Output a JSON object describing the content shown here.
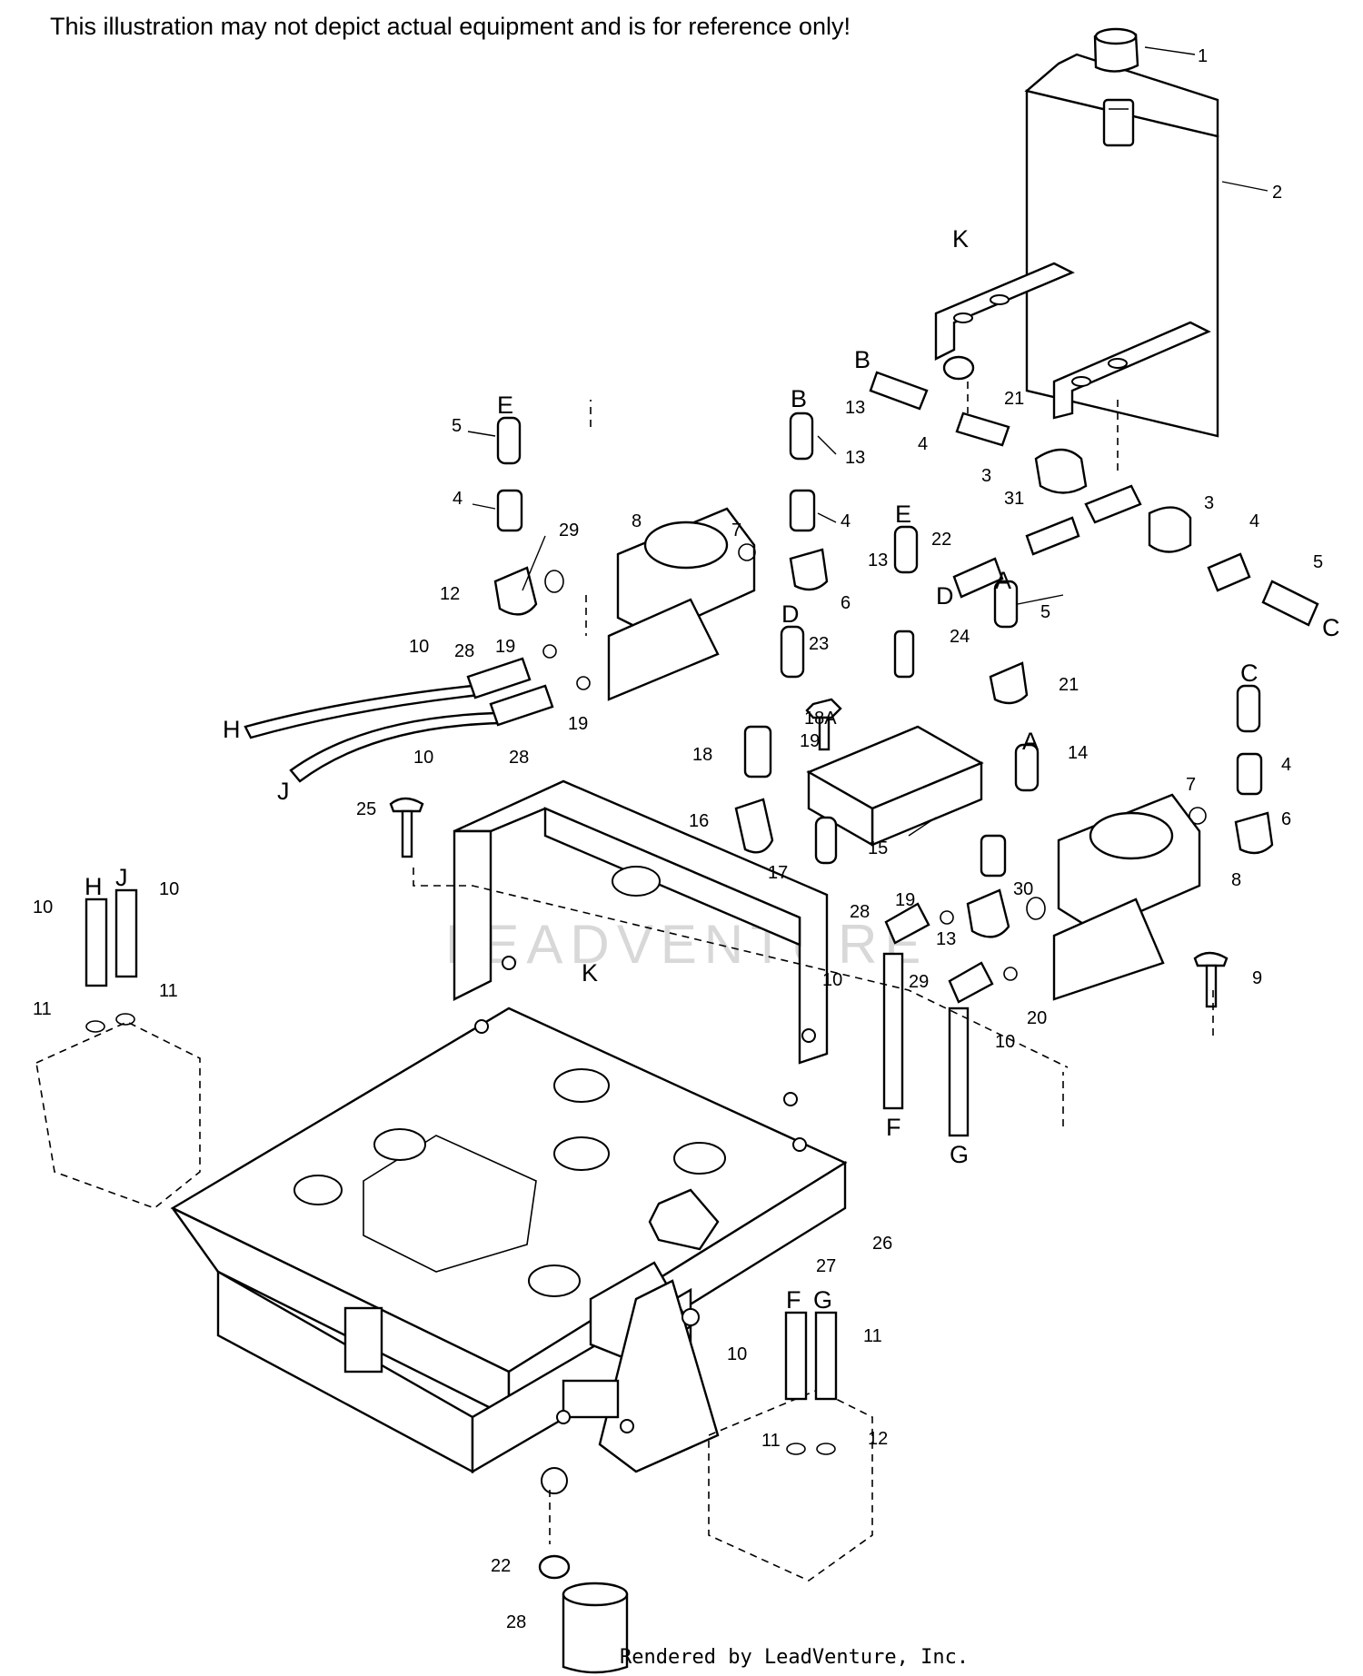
{
  "header": {
    "disclaimer": "This illustration may not depict actual equipment and is for reference only!"
  },
  "footer": {
    "credit": "Rendered by LeadVenture, Inc."
  },
  "watermark": {
    "text": "LEADVENTURE"
  },
  "diagram": {
    "part_callouts": [
      "1",
      "2",
      "3",
      "3",
      "4",
      "4",
      "4",
      "4",
      "4",
      "5",
      "5",
      "5",
      "6",
      "6",
      "7",
      "7",
      "8",
      "8",
      "9",
      "10",
      "10",
      "10",
      "10",
      "10",
      "10",
      "10",
      "11",
      "11",
      "11",
      "11",
      "12",
      "12",
      "13",
      "13",
      "13",
      "13",
      "14",
      "15",
      "16",
      "17",
      "18",
      "18A",
      "19",
      "19",
      "19",
      "19",
      "20",
      "21",
      "21",
      "22",
      "22",
      "23",
      "24",
      "25",
      "26",
      "27",
      "28",
      "28",
      "28",
      "28",
      "29",
      "29",
      "30",
      "31"
    ],
    "connection_letters": [
      "A",
      "A",
      "B",
      "B",
      "C",
      "C",
      "D",
      "D",
      "E",
      "E",
      "F",
      "F",
      "G",
      "G",
      "H",
      "H",
      "J",
      "J",
      "K",
      "K"
    ]
  },
  "colors": {
    "line": "#000000",
    "background": "#ffffff",
    "watermark": "#d8d8d8"
  }
}
